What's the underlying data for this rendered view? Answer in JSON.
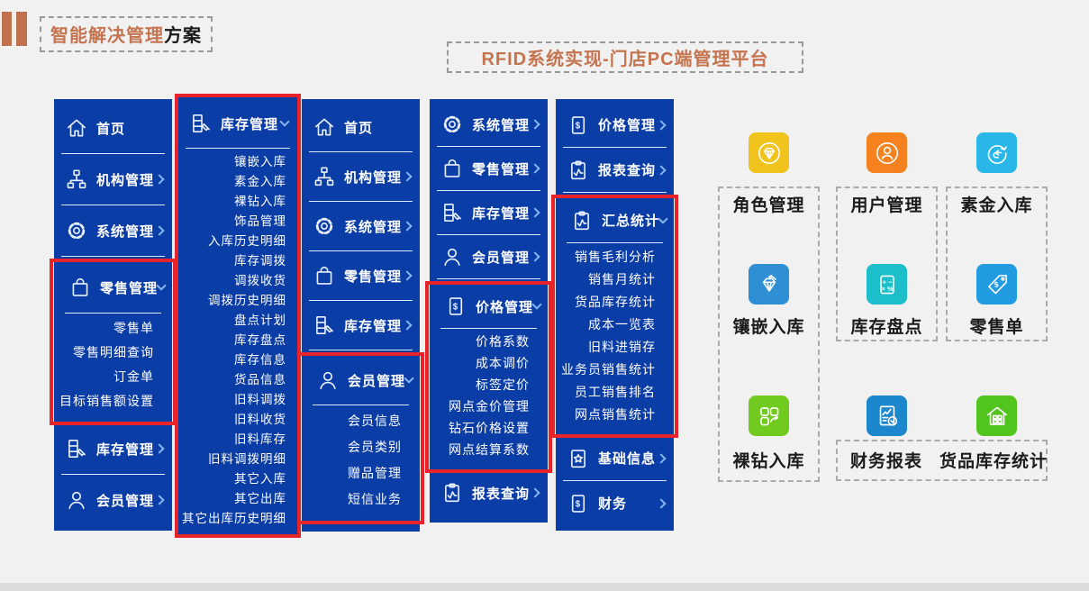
{
  "header": {
    "title_accent": "智能解决管理",
    "title_black": "方案",
    "subtitle": "RFID系统实现-门店PC端管理平台"
  },
  "colors": {
    "sidebar_blue": "#0b3da6",
    "highlight_red": "#e8232a",
    "accent_orange": "#c4744f"
  },
  "menus": [
    {
      "name": "menu-panel-retail",
      "full_highlight": false,
      "items": [
        {
          "label": "首页",
          "icon": "home-icon",
          "chevron": null
        },
        {
          "label": "机构管理",
          "icon": "org-chart-icon",
          "chevron": "right"
        },
        {
          "label": "系统管理",
          "icon": "gear-icon",
          "chevron": "right"
        },
        {
          "label": "零售管理",
          "icon": "shopping-bag-icon",
          "chevron": "down",
          "highlight": true,
          "children": [
            "零售单",
            "零售明细查询",
            "订金单",
            "目标销售额设置"
          ]
        },
        {
          "label": "库存管理",
          "icon": "cabinet-pencil-icon",
          "chevron": "right"
        },
        {
          "label": "会员管理",
          "icon": "user-icon",
          "chevron": "right"
        }
      ]
    },
    {
      "name": "menu-panel-inventory",
      "full_highlight": true,
      "items": [
        {
          "label": "库存管理",
          "icon": "cabinet-pencil-icon",
          "chevron": "down",
          "children": [
            "镶嵌入库",
            "素金入库",
            "裸钻入库",
            "饰品管理",
            "入库历史明细",
            "库存调拨",
            "调拨收货",
            "调拨历史明细",
            "盘点计划",
            "库存盘点",
            "库存信息",
            "货品信息",
            "旧料调拨",
            "旧料收货",
            "旧料库存",
            "旧料调拨明细",
            "其它入库",
            "其它出库",
            "其它出库历史明细"
          ]
        }
      ]
    },
    {
      "name": "menu-panel-member",
      "full_highlight": false,
      "items": [
        {
          "label": "首页",
          "icon": "home-icon",
          "chevron": null
        },
        {
          "label": "机构管理",
          "icon": "org-chart-icon",
          "chevron": "right"
        },
        {
          "label": "系统管理",
          "icon": "gear-icon",
          "chevron": "right"
        },
        {
          "label": "零售管理",
          "icon": "shopping-bag-icon",
          "chevron": "right"
        },
        {
          "label": "库存管理",
          "icon": "cabinet-pencil-icon",
          "chevron": "right"
        },
        {
          "label": "会员管理",
          "icon": "user-icon",
          "chevron": "down",
          "highlight": true,
          "children": [
            "会员信息",
            "会员类别",
            "赠品管理",
            "短信业务"
          ]
        }
      ]
    },
    {
      "name": "menu-panel-price",
      "full_highlight": false,
      "items": [
        {
          "label": "系统管理",
          "icon": "gear-icon",
          "chevron": "right"
        },
        {
          "label": "零售管理",
          "icon": "shopping-bag-icon",
          "chevron": "right"
        },
        {
          "label": "库存管理",
          "icon": "cabinet-pencil-icon",
          "chevron": "right"
        },
        {
          "label": "会员管理",
          "icon": "user-icon",
          "chevron": "right"
        },
        {
          "label": "价格管理",
          "icon": "dollar-bill-icon",
          "chevron": "down",
          "highlight": true,
          "children": [
            "价格系数",
            "成本调价",
            "标签定价",
            "网点金价管理",
            "钻石价格设置",
            "网点结算系数"
          ]
        },
        {
          "label": "报表查询",
          "icon": "clipboard-chart-icon",
          "chevron": "right"
        }
      ]
    },
    {
      "name": "menu-panel-stats",
      "full_highlight": false,
      "items": [
        {
          "label": "价格管理",
          "icon": "dollar-bill-icon",
          "chevron": "right"
        },
        {
          "label": "报表查询",
          "icon": "clipboard-chart-icon",
          "chevron": "right"
        },
        {
          "label": "汇总统计",
          "icon": "clipboard-chart-icon",
          "chevron": "down",
          "highlight": true,
          "children": [
            "销售毛利分析",
            "销售月统计",
            "货品库存统计",
            "成本一览表",
            "旧料进销存",
            "业务员销售统计",
            "员工销售排名",
            "网点销售统计"
          ]
        },
        {
          "label": "基础信息",
          "icon": "star-doc-icon",
          "chevron": "right"
        },
        {
          "label": "财务",
          "icon": "dollar-bill-icon",
          "chevron": "right"
        }
      ]
    }
  ],
  "shortcuts": {
    "columns": [
      {
        "top": {
          "label": "角色管理",
          "icon": "role-diamond-icon",
          "color": "#f0c41c"
        },
        "middle": {
          "label": "镶嵌入库",
          "icon": "inlay-diamond-icon",
          "color": "#2f8fd4"
        },
        "bottom": {
          "label": "裸钻入库",
          "icon": "squares-arrow-icon",
          "color": "#71ca1e"
        }
      },
      {
        "top": {
          "label": "用户管理",
          "icon": "user-circle-icon",
          "color": "#f5821f"
        },
        "middle": {
          "label": "库存盘点",
          "icon": "calculator-icon",
          "color": "#1cbfc9"
        },
        "bottom": {
          "label": "财务报表",
          "icon": "finance-doc-icon",
          "color": "#1d87cd"
        }
      },
      {
        "top": {
          "label": "素金入库",
          "icon": "circular-arrow-icon",
          "color": "#29b7e8"
        },
        "middle": {
          "label": "零售单",
          "icon": "price-tag-icon",
          "color": "#219ce3"
        },
        "bottom": {
          "label": "货品库存统计",
          "icon": "warehouse-icon",
          "color": "#52c41e"
        }
      }
    ]
  }
}
